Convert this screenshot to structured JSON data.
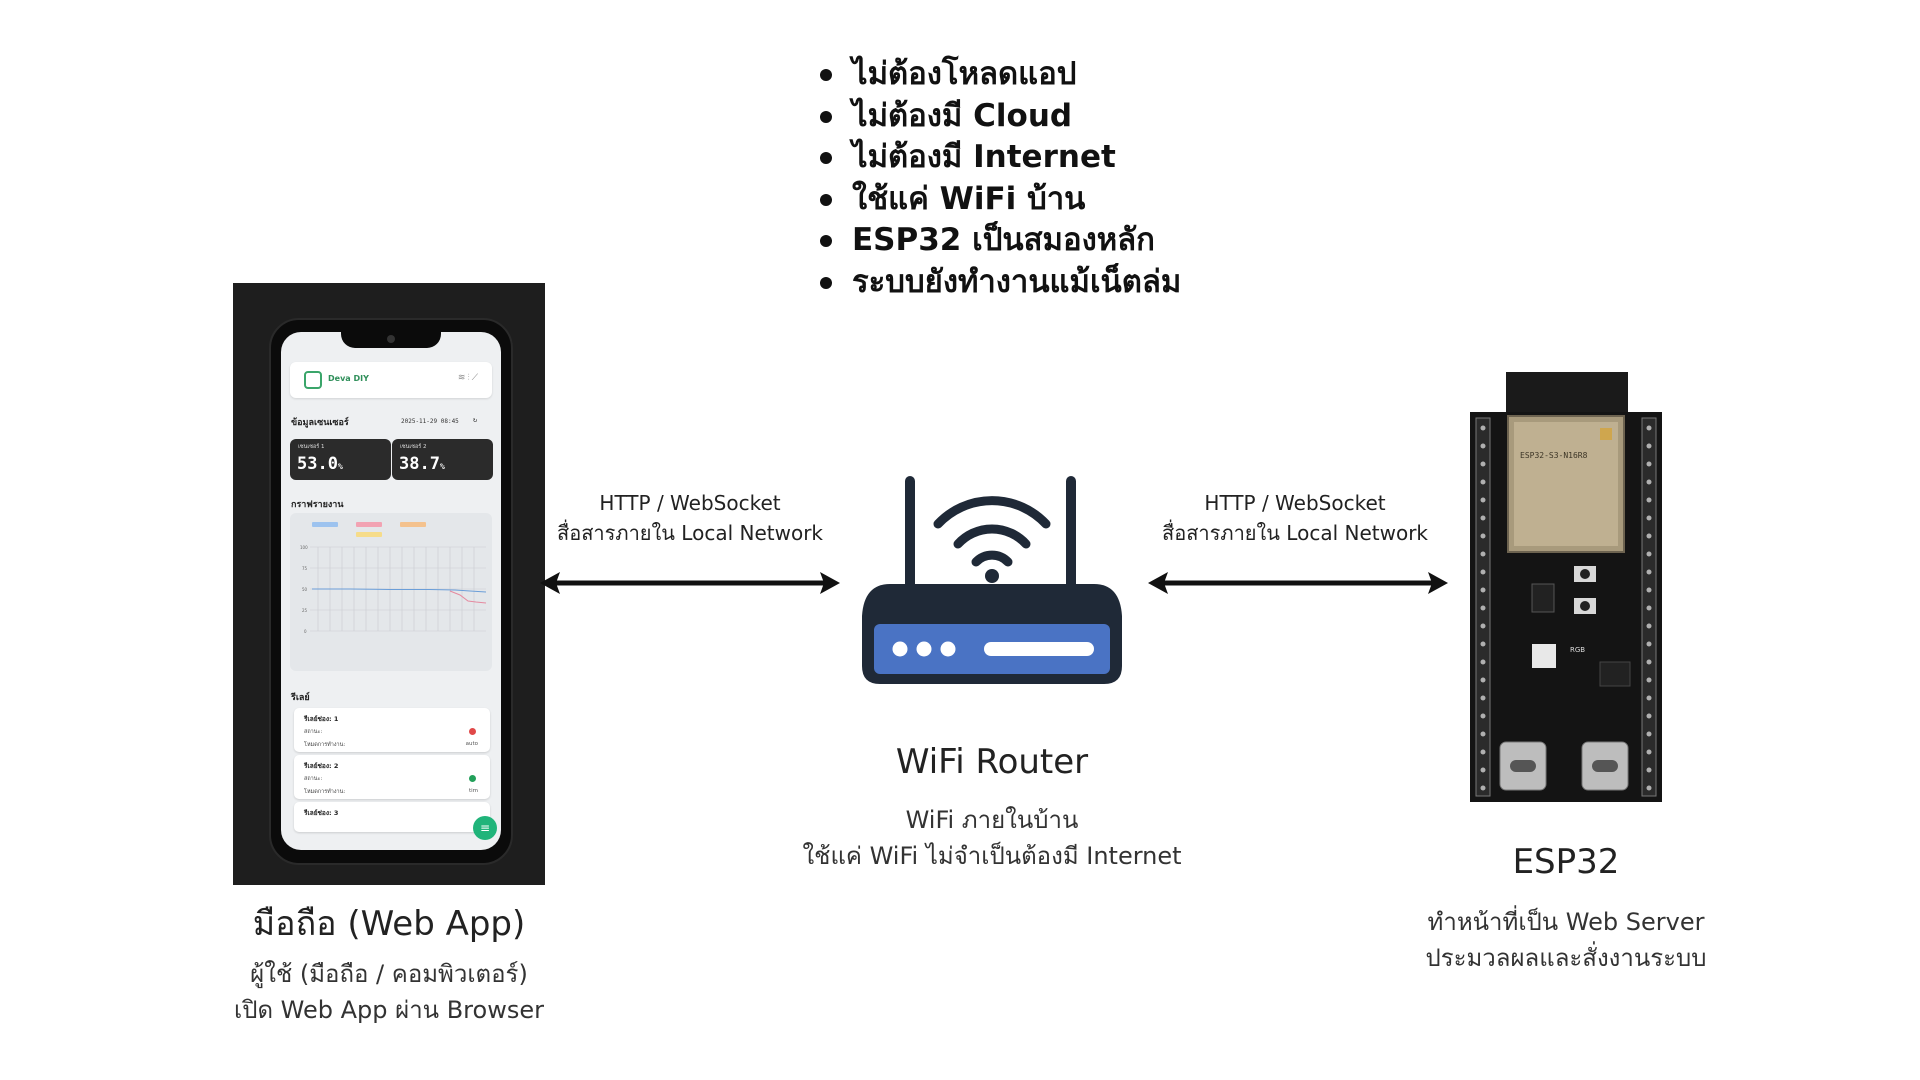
{
  "bullets": [
    "ไม่ต้องโหลดแอป",
    "ไม่ต้องมี Cloud",
    "ไม่ต้องมี Internet",
    "ใช้แค่ WiFi บ้าน",
    "ESP32 เป็นสมองหลัก",
    "ระบบยังทำงานแม้เน็ตล่ม"
  ],
  "phone": {
    "title": "มือถือ (Web App)",
    "sub1": "ผู้ใช้ (มือถือ / คอมพิวเตอร์)",
    "sub2": "เปิด Web App ผ่าน Browser",
    "app": {
      "brand": "Deva DIY",
      "sensor_section": "ข้อมูลเซนเซอร์",
      "timestamp": "2025-11-29 08:45",
      "sensors": [
        {
          "name": "เซนเซอร์ 1",
          "value": "53.0",
          "unit": "%"
        },
        {
          "name": "เซนเซอร์ 2",
          "value": "38.7",
          "unit": "%"
        }
      ],
      "chart_section": "กราฟรายงาน",
      "chart_y_ticks": [
        "100",
        "75",
        "50",
        "25",
        "0"
      ],
      "relay_section": "รีเลย์",
      "relays": [
        {
          "title": "รีเลย์ช่อง: 1",
          "status_label": "สถานะ:",
          "mode_label": "โหมดการทำงาน:",
          "mode": "auto",
          "status_color": "#e04848"
        },
        {
          "title": "รีเลย์ช่อง: 2",
          "status_label": "สถานะ:",
          "mode_label": "โหมดการทำงาน:",
          "mode": "tim",
          "status_color": "#22a05a"
        },
        {
          "title": "รีเลย์ช่อง: 3"
        }
      ]
    }
  },
  "link_left": {
    "line1": "HTTP / WebSocket",
    "line2": "สื่อสารภายใน Local Network"
  },
  "link_right": {
    "line1": "HTTP / WebSocket",
    "line2": "สื่อสารภายใน Local Network"
  },
  "router": {
    "title": "WiFi Router",
    "sub1": "WiFi ภายในบ้าน",
    "sub2": "ใช้แค่ WiFi ไม่จำเป็นต้องมี Internet",
    "icon": "wifi-router-icon",
    "body_color": "#1f2937",
    "panel_color": "#4a73c4"
  },
  "esp32": {
    "title": "ESP32",
    "sub1": "ทำหน้าที่เป็น Web Server",
    "sub2": "ประมวลผลและสั่งงานระบบ",
    "module_label": "ESP32-S3-N16R8",
    "rgb_label": "RGB"
  }
}
